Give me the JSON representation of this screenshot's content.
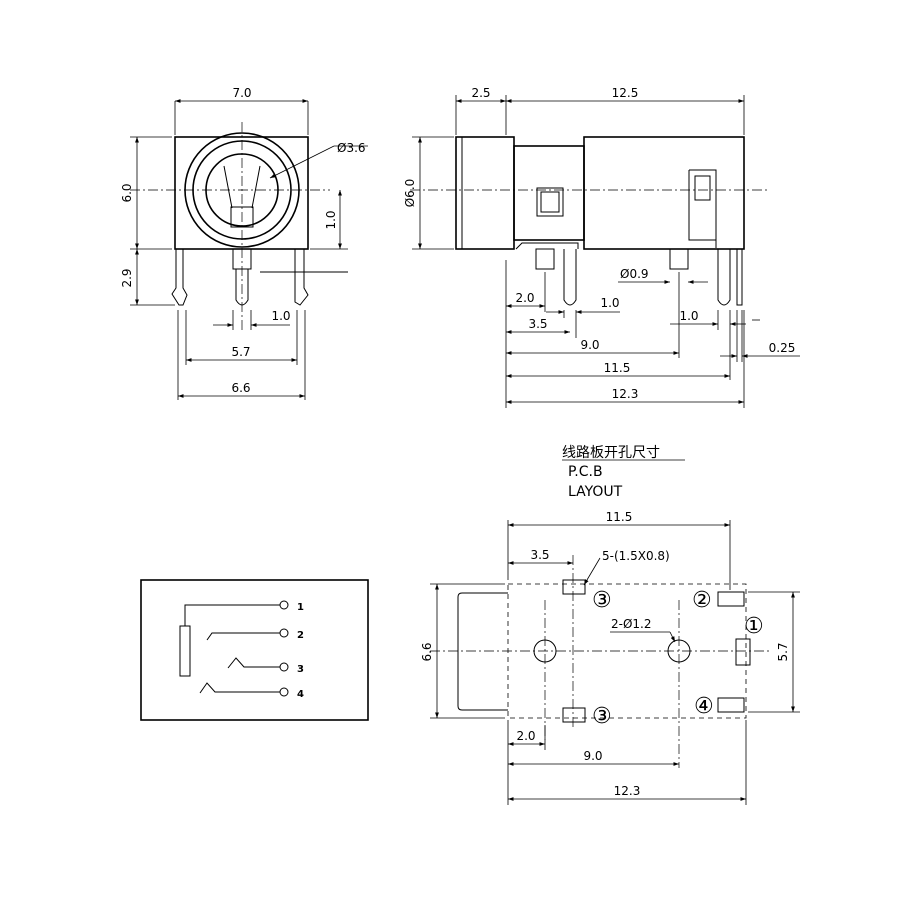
{
  "front_view": {
    "width": "7.0",
    "height": "6.0",
    "hole_dia": "Ø3.6",
    "right_offset": "1.0",
    "pin_len": "2.9",
    "pin_pitch": "1.0",
    "pin_span": "5.7",
    "total_width": "6.6"
  },
  "side_view": {
    "flange": "2.5",
    "body_len": "12.5",
    "dia": "Ø6.0",
    "pin_dia": "Ø0.9",
    "d_2_0": "2.0",
    "d_1_0_a": "1.0",
    "d_3_5": "3.5",
    "d_1_0_b": "1.0",
    "d_9_0": "9.0",
    "d_0_25": "0.25",
    "d_11_5": "11.5",
    "d_12_3": "12.3"
  },
  "layout_title": {
    "cn": "线路板开孔尺寸",
    "pcb": "P.C.B",
    "layout": "LAYOUT"
  },
  "pcb_layout": {
    "top_len": "11.5",
    "d_3_5": "3.5",
    "slots": "5-(1.5X0.8)",
    "holes": "2-Ø1.2",
    "height": "6.6",
    "right_span": "5.7",
    "d_2_0": "2.0",
    "d_9_0": "9.0",
    "d_12_3": "12.3",
    "pin1": "①",
    "pin2": "②",
    "pin3a": "③",
    "pin3b": "③",
    "pin4": "④"
  },
  "schematic": {
    "p1": "1",
    "p2": "2",
    "p3": "3",
    "p4": "4"
  }
}
